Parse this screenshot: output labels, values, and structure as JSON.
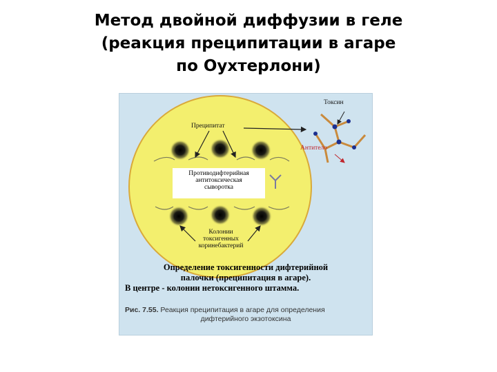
{
  "slide": {
    "title_lines": [
      "Метод двойной диффузии в геле",
      "(реакция преципитации в агаре",
      "по Оухтерлони)"
    ]
  },
  "figure": {
    "label_precipitate": "Преципитат",
    "label_toxin": "Токсин",
    "label_antibody": "Антитело",
    "serum_lines": [
      "Противодифтерийная",
      "антитоксическая",
      "сыворотка"
    ],
    "colonies_lines": [
      "Колонии",
      "токсигенных",
      "коринебактерий"
    ],
    "description_lines": [
      "Определение токсигенности дифтерийной",
      "палочки (преципитация в агаре).",
      "В центре - колонии нетоксигенного штамма."
    ],
    "caption_number": "Рис. 7.55.",
    "caption_text_line1": " Реакция преципитация в агаре для определения",
    "caption_text_line2": "дифтерийного экзотоксина",
    "colors": {
      "background": "#cfe3ef",
      "agar": "#f3ef6e",
      "toxin_marker": "#1b2f8f",
      "antibody_chain": "#c98a3c",
      "label_red": "#c0262d"
    },
    "icons": [
      "agar-plate",
      "colony",
      "precipitate-arc",
      "antibody-y-icon",
      "toxin-antibody-lattice"
    ]
  }
}
